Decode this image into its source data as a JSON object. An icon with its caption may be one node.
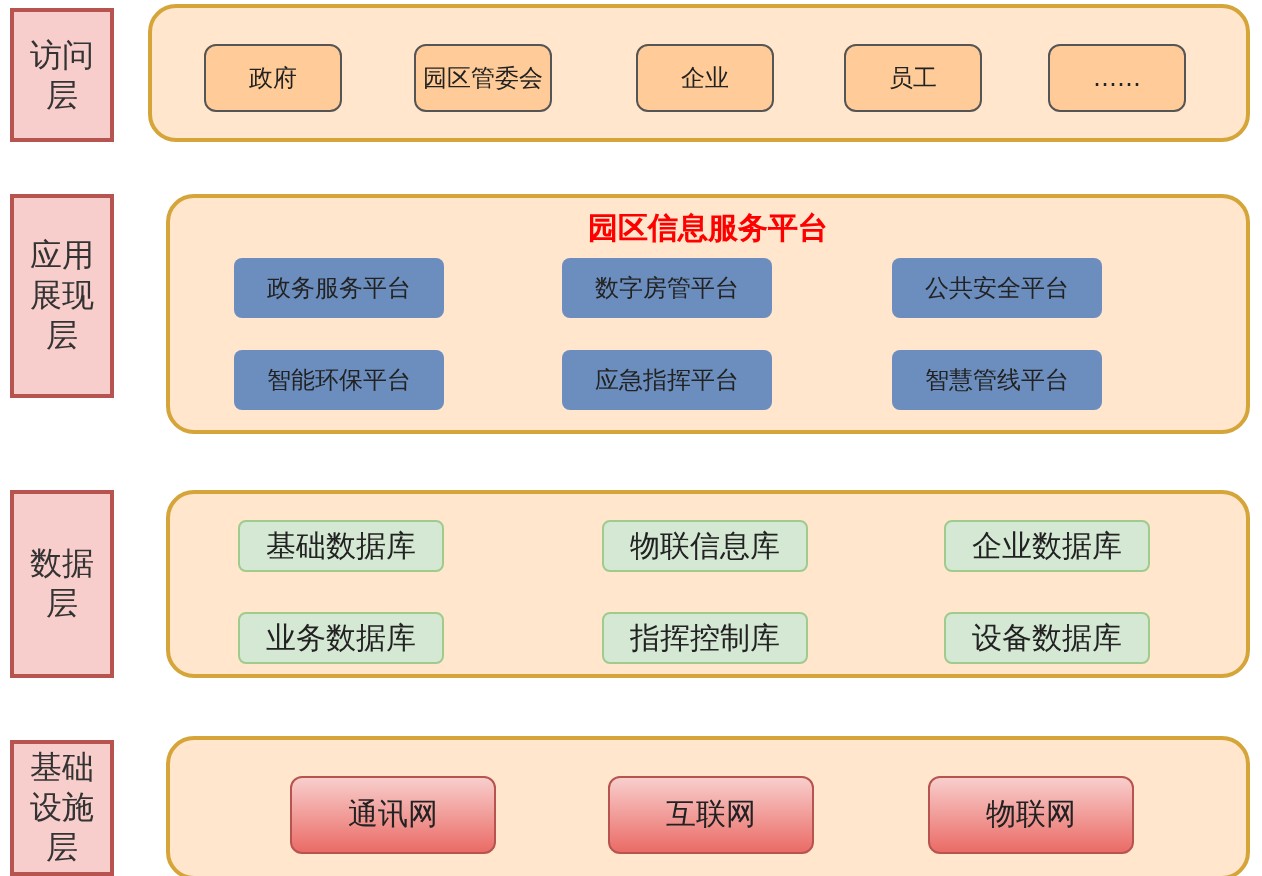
{
  "diagram": {
    "nodes": [
      {
        "text": [
          "访问层"
        ]
      },
      {
        "text": [],
        "shape": "box"
      },
      {
        "text": [
          "政府"
        ],
        "in": 1
      },
      {
        "text": [
          "园区管委会"
        ],
        "in": 1
      },
      {
        "text": [
          "企业"
        ],
        "in": 1
      },
      {
        "text": [
          "员工"
        ],
        "in": 1
      },
      {
        "text": [
          "……"
        ],
        "in": 1
      },
      {
        "text": [
          "应用展现层"
        ]
      },
      {
        "text": [
          "园区信息服务平台"
        ]
      },
      {
        "text": [
          "政务服务平台"
        ],
        "in": 8
      },
      {
        "text": [
          "数字房管平台"
        ],
        "in": 8
      },
      {
        "text": [
          "公共安全平台"
        ],
        "in": 8
      },
      {
        "text": [
          "智能环保平台"
        ],
        "in": 8
      },
      {
        "text": [
          "应急指挥平台"
        ],
        "in": 8
      },
      {
        "text": [
          "智慧管线平台"
        ],
        "in": 8
      },
      {
        "text": [
          "数据层"
        ]
      },
      {
        "text": [],
        "shape": "box"
      },
      {
        "text": [
          "基础数据库"
        ],
        "in": 16
      },
      {
        "text": [
          "物联信息库"
        ],
        "in": 16
      },
      {
        "text": [
          "企业数据库"
        ],
        "in": 16
      },
      {
        "text": [
          "业务数据库"
        ],
        "in": 16
      },
      {
        "text": [
          "指挥控制库"
        ],
        "in": 16
      },
      {
        "text": [
          "设备数据库"
        ],
        "in": 16
      },
      {
        "text": [
          "基础设施层"
        ]
      },
      {
        "text": [],
        "shape": "box"
      },
      {
        "text": [
          "通讯网"
        ],
        "in": 24
      },
      {
        "text": [
          "互联网"
        ],
        "in": 24
      },
      {
        "text": [
          "物联网"
        ],
        "in": 24
      }
    ],
    "edges": []
  }
}
